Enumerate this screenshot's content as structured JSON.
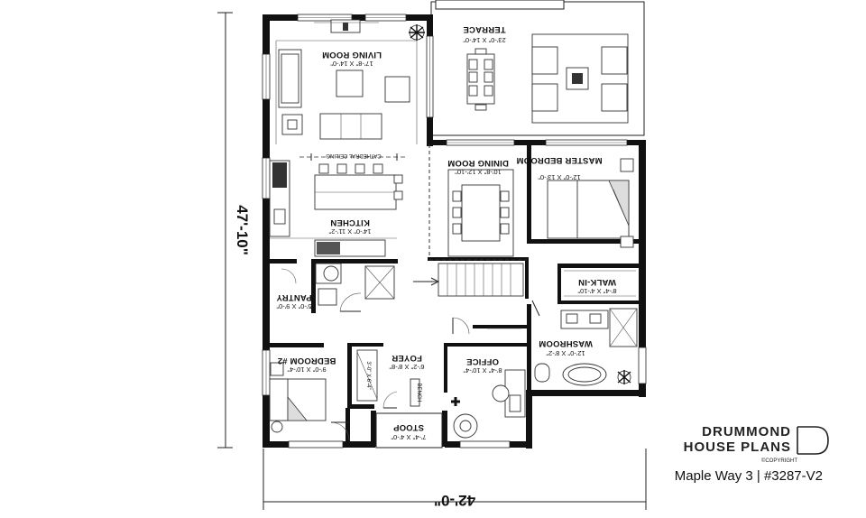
{
  "plan": {
    "rooms": {
      "terrace": {
        "name": "TERRACE",
        "dims": "23'-0\" X 14'-0\""
      },
      "living_room": {
        "name": "LIVING ROOM",
        "dims": "17'-8\" X 14'-0\""
      },
      "cathedral": {
        "label": "CATHEDRAL CEILING"
      },
      "dining_room": {
        "name": "DINING ROOM",
        "dims": "10'-8\" X 12'-10\""
      },
      "master_bedroom": {
        "name": "MASTER BEDROOM",
        "dims": "12'-0\" X 13'-0\""
      },
      "kitchen": {
        "name": "KITCHEN",
        "dims": "14'-0\" X 11'-2\""
      },
      "walk_in": {
        "name": "WALK-IN",
        "dims": "8'-4\" X 4'-10\""
      },
      "pantry": {
        "name": "PANTRY",
        "dims": "5'-0\" X 9'-0\""
      },
      "washroom": {
        "name": "WASHROOM",
        "dims": "12'-0\" X 8'-2\""
      },
      "bedroom2": {
        "name": "BEDROOM #2",
        "dims": "9'-0\" X 10'-4\""
      },
      "foyer": {
        "name": "FOYER",
        "dims": "6'-2\" X 8'-8\""
      },
      "office": {
        "name": "OFFICE",
        "dims": "8'-4\" X 10'-4\""
      },
      "closet": {
        "dims": "3'-0\" X 6'-4\""
      },
      "bench": {
        "label": "BENCH"
      },
      "stoop": {
        "name": "STOOP",
        "dims": "7'-4\" X 4'-0\""
      }
    },
    "dimensions": {
      "width": "42'-0\"",
      "depth": "47'-10\""
    }
  },
  "brand": {
    "line1": "DRUMMOND",
    "line2": "HOUSE PLANS",
    "copyright": "©COPYRIGHT"
  },
  "caption": "Maple Way 3 | #3287-V2"
}
